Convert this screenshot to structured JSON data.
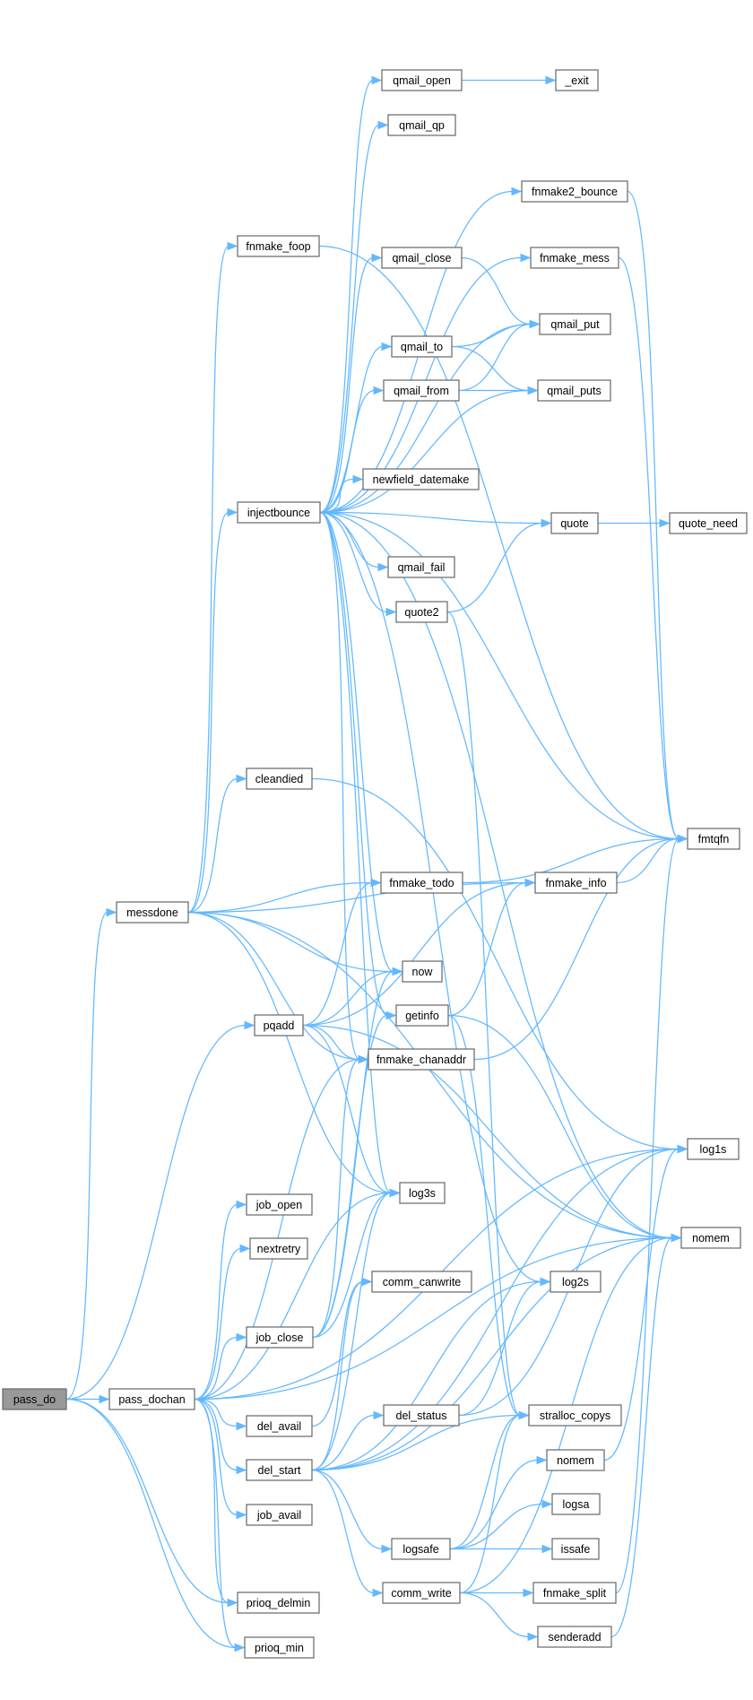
{
  "colors": {
    "edge": "#63b8ff",
    "box_border": "#666666",
    "box_fill": "#ffffff",
    "root_fill": "#999999"
  },
  "nodes": [
    {
      "id": "pass_do",
      "label": "pass_do"
    },
    {
      "id": "pass_dochan",
      "label": "pass_dochan"
    },
    {
      "id": "messdone",
      "label": "messdone"
    },
    {
      "id": "fnmake_foop",
      "label": "fnmake_foop"
    },
    {
      "id": "injectbounce",
      "label": "injectbounce"
    },
    {
      "id": "cleandied",
      "label": "cleandied"
    },
    {
      "id": "pqadd",
      "label": "pqadd"
    },
    {
      "id": "job_open",
      "label": "job_open"
    },
    {
      "id": "nextretry",
      "label": "nextretry"
    },
    {
      "id": "job_close",
      "label": "job_close"
    },
    {
      "id": "del_avail",
      "label": "del_avail"
    },
    {
      "id": "del_start",
      "label": "del_start"
    },
    {
      "id": "job_avail",
      "label": "job_avail"
    },
    {
      "id": "prioq_delmin",
      "label": "prioq_delmin"
    },
    {
      "id": "prioq_min",
      "label": "prioq_min"
    },
    {
      "id": "qmail_open",
      "label": "qmail_open"
    },
    {
      "id": "qmail_qp",
      "label": "qmail_qp"
    },
    {
      "id": "qmail_close",
      "label": "qmail_close"
    },
    {
      "id": "qmail_to",
      "label": "qmail_to"
    },
    {
      "id": "qmail_from",
      "label": "qmail_from"
    },
    {
      "id": "newfield_datemake",
      "label": "newfield_datemake"
    },
    {
      "id": "qmail_fail",
      "label": "qmail_fail"
    },
    {
      "id": "quote2",
      "label": "quote2"
    },
    {
      "id": "fnmake_todo",
      "label": "fnmake_todo"
    },
    {
      "id": "now",
      "label": "now"
    },
    {
      "id": "getinfo",
      "label": "getinfo"
    },
    {
      "id": "fnmake_chanaddr",
      "label": "fnmake_chanaddr"
    },
    {
      "id": "log3s",
      "label": "log3s"
    },
    {
      "id": "comm_canwrite",
      "label": "comm_canwrite"
    },
    {
      "id": "del_status",
      "label": "del_status"
    },
    {
      "id": "logsafe",
      "label": "logsafe"
    },
    {
      "id": "comm_write",
      "label": "comm_write"
    },
    {
      "id": "_exit",
      "label": "_exit"
    },
    {
      "id": "fnmake2_bounce",
      "label": "fnmake2_bounce"
    },
    {
      "id": "fnmake_mess",
      "label": "fnmake_mess"
    },
    {
      "id": "qmail_put",
      "label": "qmail_put"
    },
    {
      "id": "qmail_puts",
      "label": "qmail_puts"
    },
    {
      "id": "quote",
      "label": "quote"
    },
    {
      "id": "fnmake_info",
      "label": "fnmake_info"
    },
    {
      "id": "log2s",
      "label": "log2s"
    },
    {
      "id": "stralloc_copys",
      "label": "stralloc_copys"
    },
    {
      "id": "nomem_local",
      "label": "nomem"
    },
    {
      "id": "logsa",
      "label": "logsa"
    },
    {
      "id": "issafe",
      "label": "issafe"
    },
    {
      "id": "fnmake_split",
      "label": "fnmake_split"
    },
    {
      "id": "senderadd",
      "label": "senderadd"
    },
    {
      "id": "quote_need",
      "label": "quote_need"
    },
    {
      "id": "fmtqfn",
      "label": "fmtqfn"
    },
    {
      "id": "log1s",
      "label": "log1s"
    },
    {
      "id": "nomem",
      "label": "nomem"
    }
  ],
  "edges": [
    [
      "pass_do",
      "pass_dochan"
    ],
    [
      "pass_do",
      "messdone"
    ],
    [
      "pass_do",
      "pqadd"
    ],
    [
      "pass_do",
      "prioq_delmin"
    ],
    [
      "pass_do",
      "prioq_min"
    ],
    [
      "pass_dochan",
      "fnmake_chanaddr"
    ],
    [
      "pass_dochan",
      "job_open"
    ],
    [
      "pass_dochan",
      "nextretry"
    ],
    [
      "pass_dochan",
      "job_close"
    ],
    [
      "pass_dochan",
      "del_avail"
    ],
    [
      "pass_dochan",
      "del_start"
    ],
    [
      "pass_dochan",
      "job_avail"
    ],
    [
      "pass_dochan",
      "prioq_delmin"
    ],
    [
      "pass_dochan",
      "prioq_min"
    ],
    [
      "pass_dochan",
      "log3s"
    ],
    [
      "pass_dochan",
      "log1s"
    ],
    [
      "pass_dochan",
      "nomem"
    ],
    [
      "messdone",
      "fnmake_foop"
    ],
    [
      "messdone",
      "injectbounce"
    ],
    [
      "messdone",
      "cleandied"
    ],
    [
      "messdone",
      "fnmake_todo"
    ],
    [
      "messdone",
      "fnmake_info"
    ],
    [
      "messdone",
      "now"
    ],
    [
      "messdone",
      "fnmake_chanaddr"
    ],
    [
      "messdone",
      "log3s"
    ],
    [
      "messdone",
      "nomem"
    ],
    [
      "fnmake_foop",
      "fmtqfn"
    ],
    [
      "injectbounce",
      "qmail_open"
    ],
    [
      "injectbounce",
      "qmail_qp"
    ],
    [
      "injectbounce",
      "fnmake2_bounce"
    ],
    [
      "injectbounce",
      "fnmake_mess"
    ],
    [
      "injectbounce",
      "qmail_close"
    ],
    [
      "injectbounce",
      "qmail_put"
    ],
    [
      "injectbounce",
      "qmail_to"
    ],
    [
      "injectbounce",
      "qmail_from"
    ],
    [
      "injectbounce",
      "qmail_puts"
    ],
    [
      "injectbounce",
      "newfield_datemake"
    ],
    [
      "injectbounce",
      "quote"
    ],
    [
      "injectbounce",
      "qmail_fail"
    ],
    [
      "injectbounce",
      "quote2"
    ],
    [
      "injectbounce",
      "fmtqfn"
    ],
    [
      "injectbounce",
      "nomem"
    ],
    [
      "injectbounce",
      "now"
    ],
    [
      "injectbounce",
      "getinfo"
    ],
    [
      "injectbounce",
      "fnmake_chanaddr"
    ],
    [
      "injectbounce",
      "log3s"
    ],
    [
      "injectbounce",
      "log2s"
    ],
    [
      "cleandied",
      "log1s"
    ],
    [
      "pqadd",
      "fnmake_todo"
    ],
    [
      "pqadd",
      "now"
    ],
    [
      "pqadd",
      "fnmake_info"
    ],
    [
      "pqadd",
      "fnmake_chanaddr"
    ],
    [
      "pqadd",
      "log3s"
    ],
    [
      "pqadd",
      "nomem"
    ],
    [
      "job_close",
      "now"
    ],
    [
      "job_close",
      "getinfo"
    ],
    [
      "job_close",
      "log3s"
    ],
    [
      "job_close",
      "fnmake_chanaddr"
    ],
    [
      "del_avail",
      "comm_canwrite"
    ],
    [
      "del_start",
      "comm_canwrite"
    ],
    [
      "del_start",
      "log3s"
    ],
    [
      "del_start",
      "del_status"
    ],
    [
      "del_start",
      "logsafe"
    ],
    [
      "del_start",
      "comm_write"
    ],
    [
      "del_start",
      "stralloc_copys"
    ],
    [
      "del_start",
      "log1s"
    ],
    [
      "del_start",
      "log2s"
    ],
    [
      "del_start",
      "nomem"
    ],
    [
      "qmail_open",
      "_exit"
    ],
    [
      "qmail_close",
      "qmail_put"
    ],
    [
      "qmail_to",
      "qmail_put"
    ],
    [
      "qmail_to",
      "qmail_puts"
    ],
    [
      "qmail_from",
      "qmail_put"
    ],
    [
      "qmail_from",
      "qmail_puts"
    ],
    [
      "quote2",
      "quote"
    ],
    [
      "quote2",
      "stralloc_copys"
    ],
    [
      "fnmake2_bounce",
      "fmtqfn"
    ],
    [
      "fnmake_mess",
      "fmtqfn"
    ],
    [
      "quote",
      "quote_need"
    ],
    [
      "fnmake_todo",
      "fmtqfn"
    ],
    [
      "fnmake_info",
      "fmtqfn"
    ],
    [
      "getinfo",
      "fnmake_info"
    ],
    [
      "getinfo",
      "stralloc_copys"
    ],
    [
      "getinfo",
      "nomem"
    ],
    [
      "fnmake_chanaddr",
      "fmtqfn"
    ],
    [
      "del_status",
      "log2s"
    ],
    [
      "del_status",
      "log1s"
    ],
    [
      "logsafe",
      "stralloc_copys"
    ],
    [
      "logsafe",
      "nomem_local"
    ],
    [
      "logsafe",
      "logsa"
    ],
    [
      "logsafe",
      "issafe"
    ],
    [
      "comm_write",
      "stralloc_copys"
    ],
    [
      "comm_write",
      "fnmake_split"
    ],
    [
      "comm_write",
      "senderadd"
    ],
    [
      "comm_write",
      "nomem"
    ],
    [
      "nomem_local",
      "log1s"
    ],
    [
      "fnmake_split",
      "fmtqfn"
    ],
    [
      "senderadd",
      "nomem"
    ]
  ]
}
